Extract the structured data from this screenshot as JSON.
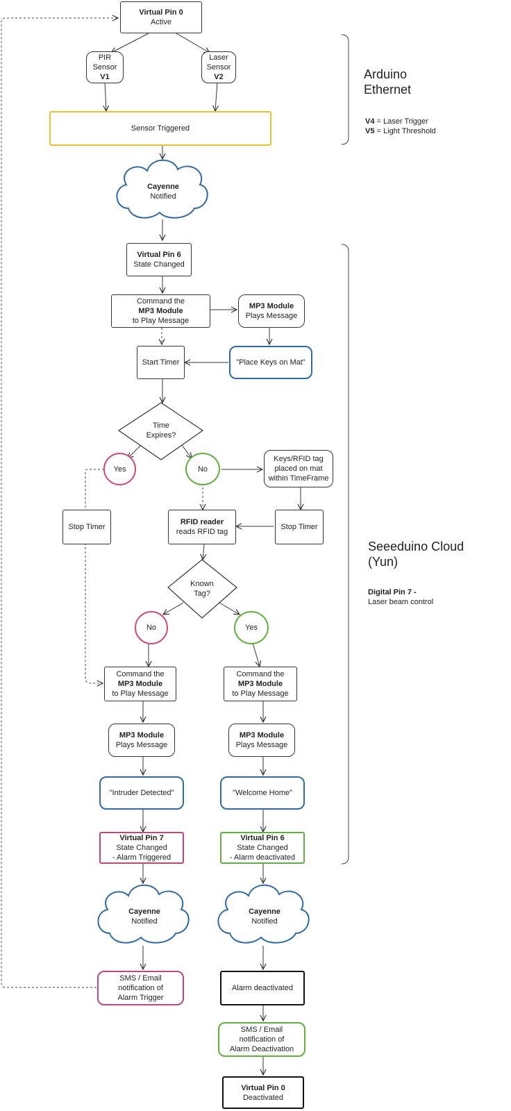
{
  "nodes": {
    "vpin0_active": {
      "title": "Virtual Pin 0",
      "sub": "Active"
    },
    "pir": {
      "l1": "PIR",
      "l2": "Sensor",
      "pin": "V1"
    },
    "laser": {
      "l1": "Laser",
      "l2": "Sensor",
      "pin": "V2"
    },
    "sensor_triggered": {
      "text": "Sensor Triggered"
    },
    "cayenne1": {
      "title": "Cayenne",
      "sub": "Notified"
    },
    "vpin6_state": {
      "title": "Virtual Pin 6",
      "sub": "State Changed"
    },
    "cmd_mp3_1": {
      "l1": "Command the",
      "bold": "MP3 Module",
      "l3": "to Play Message"
    },
    "mp3_plays_1": {
      "title": "MP3 Module",
      "sub": "Plays Message"
    },
    "start_timer": {
      "text": "Start Timer"
    },
    "place_keys": {
      "text": "\"Place Keys on Mat\""
    },
    "time_expires": {
      "l1": "Time",
      "l2": "Expires?"
    },
    "yes1": {
      "text": "Yes"
    },
    "no1": {
      "text": "No"
    },
    "keys_placed": {
      "l1": "Keys/RFID tag",
      "l2": "placed on mat",
      "l3": "within TimeFrame"
    },
    "stop_timer_left": {
      "text": "Stop Timer"
    },
    "rfid_reader": {
      "title": "RFID reader",
      "sub": "reads RFID tag"
    },
    "stop_timer_right": {
      "text": "Stop Timer"
    },
    "known_tag": {
      "l1": "Known",
      "l2": "Tag?"
    },
    "no2": {
      "text": "No"
    },
    "yes2": {
      "text": "Yes"
    },
    "cmd_mp3_left": {
      "l1": "Command the",
      "bold": "MP3 Module",
      "l3": "to Play Message"
    },
    "cmd_mp3_right": {
      "l1": "Command the",
      "bold": "MP3 Module",
      "l3": "to Play Message"
    },
    "mp3_plays_left": {
      "title": "MP3 Module",
      "sub": "Plays Message"
    },
    "mp3_plays_right": {
      "title": "MP3 Module",
      "sub": "Plays Message"
    },
    "intruder": {
      "text": "\"Intruder Detected\""
    },
    "welcome": {
      "text": "\"Welcome Home\""
    },
    "vpin7": {
      "title": "Virtual Pin 7",
      "l2": "State Changed",
      "l3": "- Alarm Triggered"
    },
    "vpin6_deact": {
      "title": "Virtual Pin 6",
      "l2": "State Changed",
      "l3": "- Alarm deactivated"
    },
    "cayenne_left": {
      "title": "Cayenne",
      "sub": "Notified"
    },
    "cayenne_right": {
      "title": "Cayenne",
      "sub": "Notified"
    },
    "sms_trigger": {
      "l1": "SMS / Email",
      "l2": "notification of",
      "l3": "Alarm Trigger"
    },
    "alarm_deactivated": {
      "text": "Alarm deactivated"
    },
    "sms_deact": {
      "l1": "SMS / Email",
      "l2": "notification of",
      "l3": "Alarm Deactivation"
    },
    "vpin0_deact": {
      "title": "Virtual Pin 0",
      "sub": "Deactivated"
    }
  },
  "side": {
    "arduino": {
      "l1": "Arduino",
      "l2": "Ethernet"
    },
    "arduino_notes": [
      {
        "key": "V4",
        "text": " = Laser Trigger"
      },
      {
        "key": "V5",
        "text": " = Light Threshold"
      }
    ],
    "seeeduino": {
      "l1": "Seeeduino Cloud",
      "l2": "(Yun)"
    },
    "seeeduino_note": {
      "key": "Digital Pin 7 -",
      "text": "Laser beam control"
    }
  },
  "colors": {
    "yellow": "#e6c22e",
    "blue": "#2f6aa8",
    "pink": "#c0457a",
    "green": "#64ad3a",
    "black": "#111111"
  }
}
